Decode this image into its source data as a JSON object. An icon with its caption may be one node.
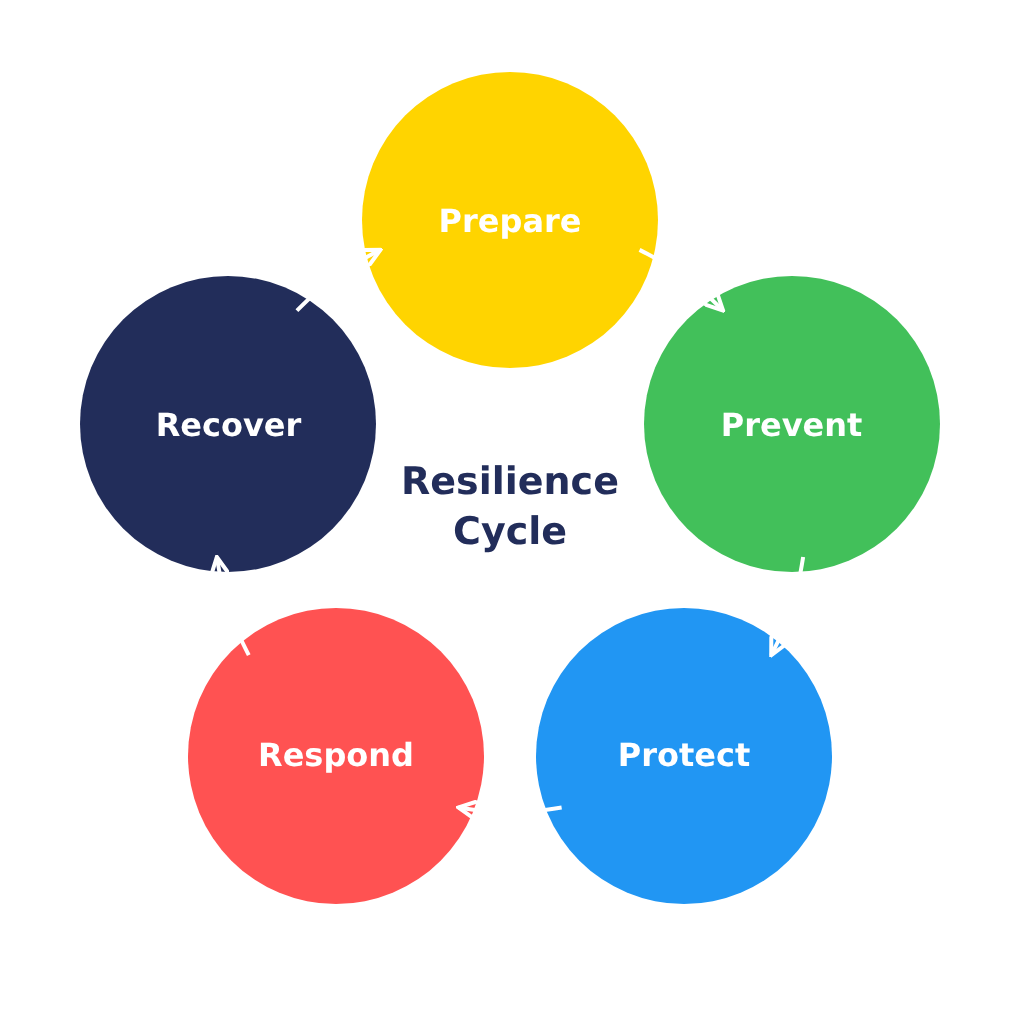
{
  "diagram": {
    "nodes": [
      {
        "text": [
          "Prepare"
        ]
      },
      {
        "text": [
          "Prevent"
        ]
      },
      {
        "text": [
          "Protect"
        ]
      },
      {
        "text": [
          "Respond"
        ]
      },
      {
        "text": [
          "Recover"
        ]
      }
    ],
    "edges": [
      {
        "from": 0,
        "to": 1,
        "arrow": "to"
      },
      {
        "from": 1,
        "to": 2,
        "arrow": "to"
      },
      {
        "from": 2,
        "to": 3,
        "arrow": "to"
      },
      {
        "from": 3,
        "to": 4,
        "arrow": "to"
      },
      {
        "from": 4,
        "to": 0,
        "arrow": "to"
      }
    ],
    "labels": [
      "Resilience Cycle"
    ]
  }
}
